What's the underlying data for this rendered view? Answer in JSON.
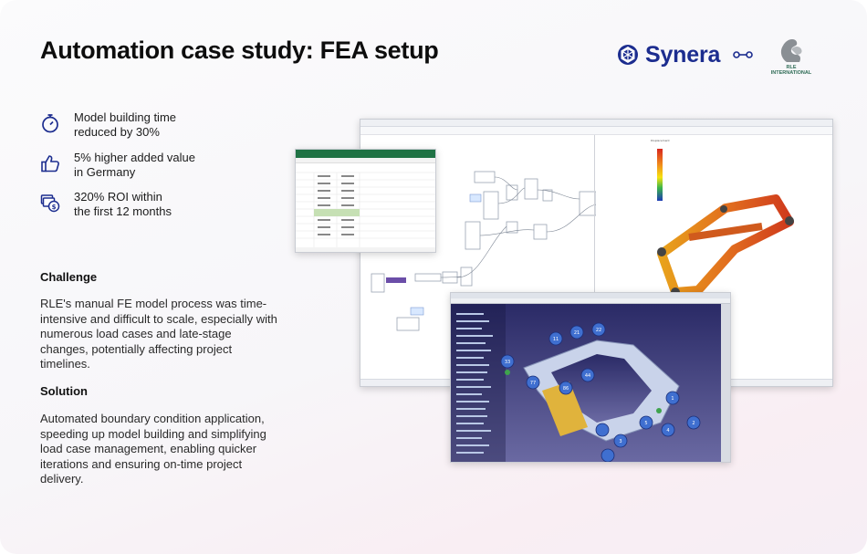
{
  "header": {
    "title": "Automation case study: FEA setup",
    "brand_name": "Synera",
    "partner_name": "RLE INTERNATIONAL"
  },
  "stats": [
    {
      "icon": "stopwatch-icon",
      "line1": "Model building time",
      "line2": "reduced by 30%"
    },
    {
      "icon": "thumbs-up-icon",
      "line1": "5% higher added value",
      "line2": "in Germany"
    },
    {
      "icon": "money-roi-icon",
      "line1": "320% ROI within",
      "line2": "the first 12 months"
    }
  ],
  "challenge": {
    "heading": "Challenge",
    "text": "RLE's manual FE model process was time-intensive and difficult to scale, especially with numerous load cases and late-stage changes, potentially affecting project timelines."
  },
  "solution": {
    "heading": "Solution",
    "text": "Automated boundary condition application, speeding up model building and simplifying load case management, enabling quicker iterations and ensuring on-time project delivery."
  },
  "colors": {
    "brand_blue": "#1c2d8f",
    "partner_green": "#2e6b55",
    "excel_green": "#1f7244",
    "catia_bg": "#3a3a7a"
  },
  "screenshots": {
    "synera_canvas": "synera-node-editor-screenshot",
    "excel_sheet": "excel-spreadsheet-screenshot",
    "catia_model": "catia-fe-model-screenshot"
  },
  "catia_markers": [
    "11",
    "21",
    "22",
    "33",
    "44",
    "77",
    "86",
    "5",
    "4",
    "3",
    "2",
    "1"
  ]
}
